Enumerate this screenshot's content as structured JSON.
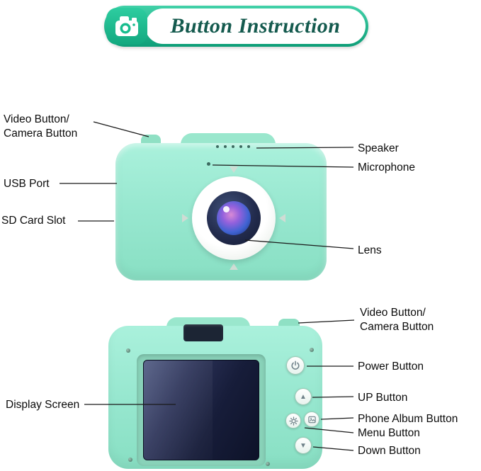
{
  "header": {
    "title": "Button Instruction"
  },
  "front_view": {
    "left_labels": {
      "video_camera_button": "Video Button/\nCamera Button",
      "usb_port": "USB Port",
      "sd_card_slot": "SD Card Slot"
    },
    "right_labels": {
      "speaker": "Speaker",
      "microphone": "Microphone",
      "lens": "Lens"
    }
  },
  "back_view": {
    "left_labels": {
      "display_screen": "Display Screen"
    },
    "right_labels": {
      "video_camera_button": "Video Button/\nCamera Button",
      "power_button": "Power Button",
      "up_button": "UP Button",
      "phone_album_button": "Phone Album Button",
      "menu_button": "Menu Button",
      "down_button": "Down Button"
    }
  },
  "icons": {
    "header_camera": "camera-icon",
    "power": "power-icon",
    "gear": "gear-icon",
    "photo_album": "photo-icon",
    "up_arrow": "▲",
    "down_arrow": "▼"
  },
  "colors": {
    "banner_green": "#17b890",
    "title_text": "#145a4e",
    "camera_body_mint": "#9ae7cd",
    "screen_navy": "#171d3a",
    "lens_blue": "#3f63d2",
    "label_text": "#0b0b0b"
  }
}
